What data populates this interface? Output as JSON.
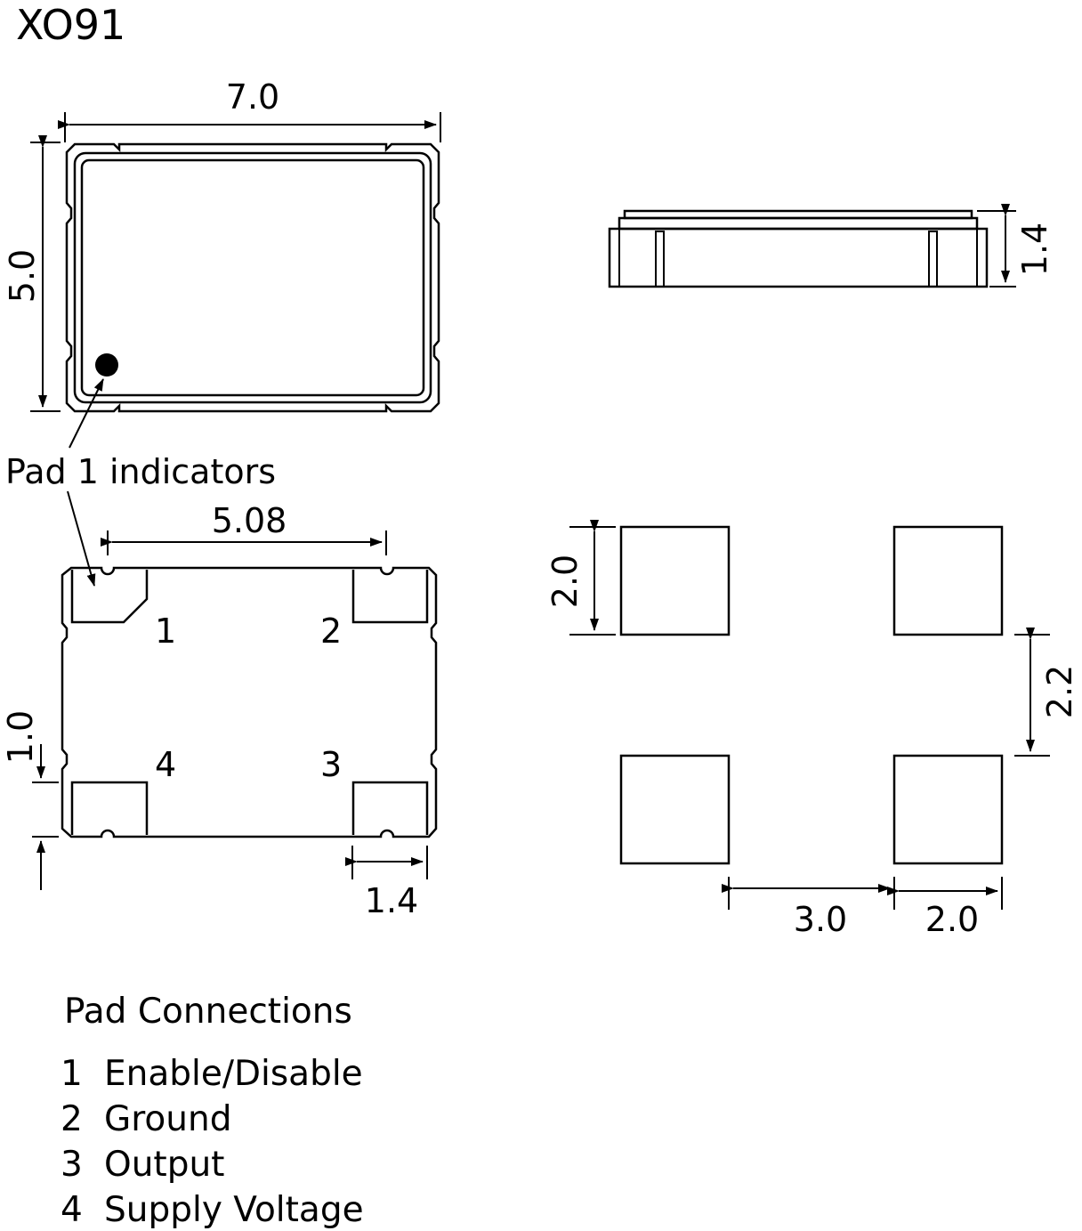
{
  "title": "XO91",
  "top_view": {
    "width_label": "7.0",
    "height_label": "5.0"
  },
  "pad1_label": "Pad 1 indicators",
  "side_view": {
    "height_label": "1.4"
  },
  "bottom_view": {
    "pitch_label": "5.08",
    "pad_height_label": "1.0",
    "pad_width_label": "1.4",
    "pins": [
      "1",
      "2",
      "3",
      "4"
    ]
  },
  "footprint": {
    "pad_size_label": "2.0",
    "vertical_gap_label": "2.2",
    "horizontal_gap_label": "3.0",
    "pad_width_label": "2.0"
  },
  "connections": {
    "heading": "Pad Connections",
    "rows": [
      {
        "num": "1",
        "name": "Enable/Disable"
      },
      {
        "num": "2",
        "name": "Ground"
      },
      {
        "num": "3",
        "name": "Output"
      },
      {
        "num": "4",
        "name": "Supply Voltage"
      }
    ]
  }
}
